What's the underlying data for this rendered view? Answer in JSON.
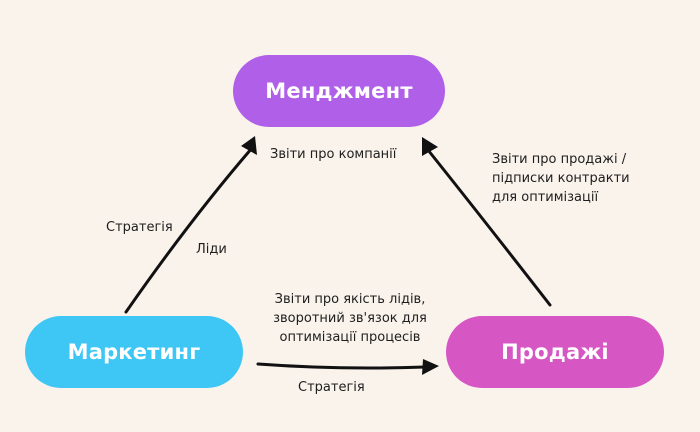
{
  "nodes": {
    "management": {
      "label": "Менджмент",
      "color": "#b05fe8"
    },
    "marketing": {
      "label": "Маркетинг",
      "color": "#3ec6f5"
    },
    "sales": {
      "label": "Продажі",
      "color": "#d657c4"
    }
  },
  "labels": {
    "company_reports": "Звіти про компанії",
    "strategy_left": "Стратегія",
    "leads": "Ліди",
    "sales_reports": "Звіти про продажі /\nпідписки контракти\nдля оптимізації",
    "lead_quality": "Звіти про якість лідів,\nзворотний зв'язок для\nоптимізації процесів",
    "strategy_bottom": "Стратегія"
  },
  "arrow_color": "#111111"
}
